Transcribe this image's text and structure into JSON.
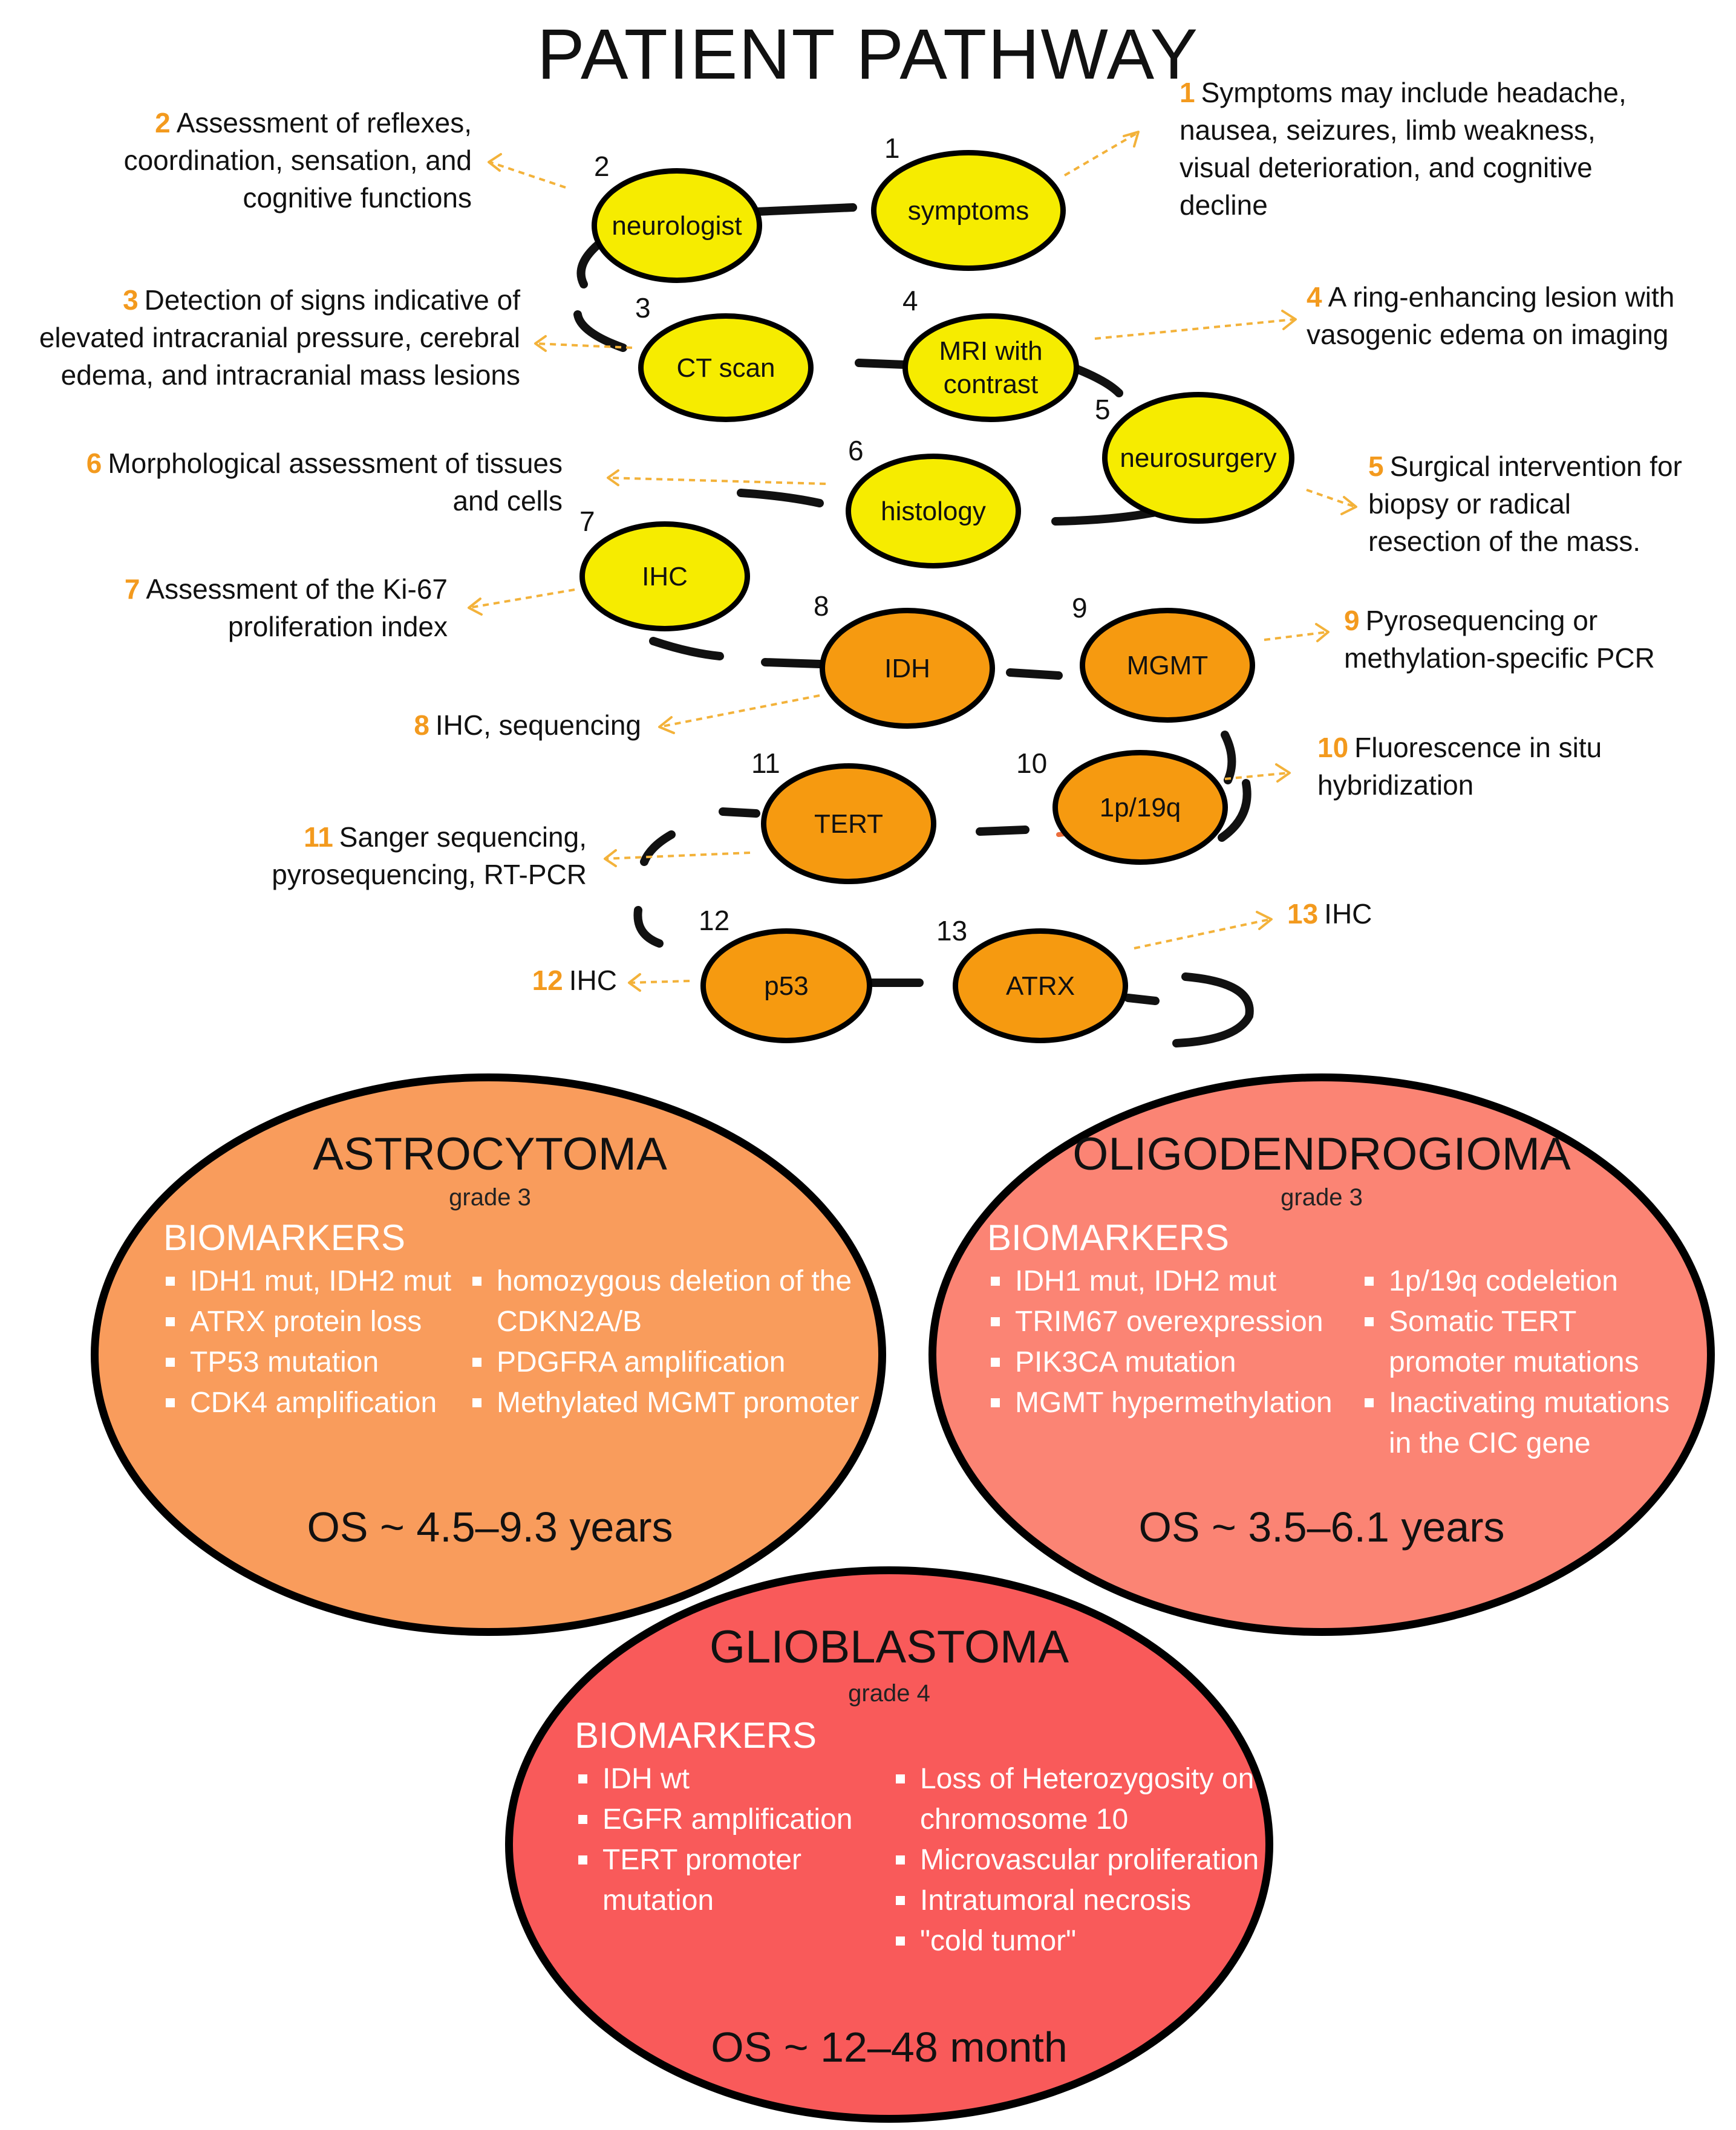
{
  "title": "PATIENT PATHWAY",
  "nodes": [
    {
      "num": "1",
      "label": "symptoms"
    },
    {
      "num": "2",
      "label": "neurologist"
    },
    {
      "num": "3",
      "label": "CT scan"
    },
    {
      "num": "4",
      "label": "MRI with contrast"
    },
    {
      "num": "5",
      "label": "neurosurgery"
    },
    {
      "num": "6",
      "label": "histology"
    },
    {
      "num": "7",
      "label": "IHC"
    },
    {
      "num": "8",
      "label": "IDH"
    },
    {
      "num": "9",
      "label": "MGMT"
    },
    {
      "num": "10",
      "label": "1p/19q"
    },
    {
      "num": "11",
      "label": "TERT"
    },
    {
      "num": "12",
      "label": "p53"
    },
    {
      "num": "13",
      "label": "ATRX"
    }
  ],
  "notes": [
    {
      "num": "1",
      "text": "Symptoms may include headache, nausea, seizures, limb weakness, visual deterioration, and cognitive decline"
    },
    {
      "num": "2",
      "text": "Assessment of reflexes, coordination, sensation, and cognitive functions"
    },
    {
      "num": "3",
      "text": "Detection of signs indicative of elevated intracranial pressure, cerebral edema, and intracranial mass lesions"
    },
    {
      "num": "4",
      "text": "A ring-enhancing lesion with vasogenic edema on imaging"
    },
    {
      "num": "5",
      "text": "Surgical intervention for biopsy or radical resection of the mass."
    },
    {
      "num": "6",
      "text": "Morphological assessment of tissues and cells"
    },
    {
      "num": "7",
      "text": "Assessment of the Ki-67 proliferation index"
    },
    {
      "num": "8",
      "text": "IHC, sequencing"
    },
    {
      "num": "9",
      "text": "Pyrosequencing or methylation-specific PCR"
    },
    {
      "num": "10",
      "text": "Fluorescence in situ hybridization"
    },
    {
      "num": "11",
      "text": "Sanger sequencing, pyrosequencing, RT-PCR"
    },
    {
      "num": "12",
      "text": "IHC"
    },
    {
      "num": "13",
      "text": "IHC"
    }
  ],
  "diagnoses": [
    {
      "name": "ASTROCYTOMA",
      "grade": "grade 3",
      "biomarkers_label": "BIOMARKERS",
      "col1": [
        "IDH1 mut, IDH2 mut",
        "ATRX protein loss",
        "TP53 mutation",
        "CDK4 amplification"
      ],
      "col2": [
        "homozygous deletion of the CDKN2A/B",
        "PDGFRA amplification",
        "Methylated MGMT promoter"
      ],
      "os": "OS ~ 4.5–9.3 years",
      "fill": "#f99c5c"
    },
    {
      "name": "OLIGODENDROGIOMA",
      "grade": "grade 3",
      "biomarkers_label": "BIOMARKERS",
      "col1": [
        "IDH1 mut, IDH2 mut",
        "TRIM67 overexpression",
        "PIK3CA mutation",
        "MGMT hypermethylation"
      ],
      "col2": [
        "1p/19q codeletion",
        "Somatic TERT promoter mutations",
        "Inactivating mutations in the CIC gene"
      ],
      "os": "OS ~ 3.5–6.1 years",
      "fill": "#fb8474"
    },
    {
      "name": "GLIOBLASTOMA",
      "grade": "grade 4",
      "biomarkers_label": "BIOMARKERS",
      "col1": [
        "IDH wt",
        "EGFR amplification",
        "TERT promoter mutation"
      ],
      "col2": [
        "Loss of Heterozygosity on chromosome 10",
        "Microvascular proliferation",
        "Intratumoral necrosis",
        "\"cold tumor\""
      ],
      "os": "OS ~ 12–48 month",
      "fill": "#f95a5a"
    }
  ],
  "colors": {
    "yellow_node": "#f6ec00",
    "orange_node": "#f69a10",
    "note_number": "#f39a1e",
    "arrow": "#f3b23a"
  }
}
